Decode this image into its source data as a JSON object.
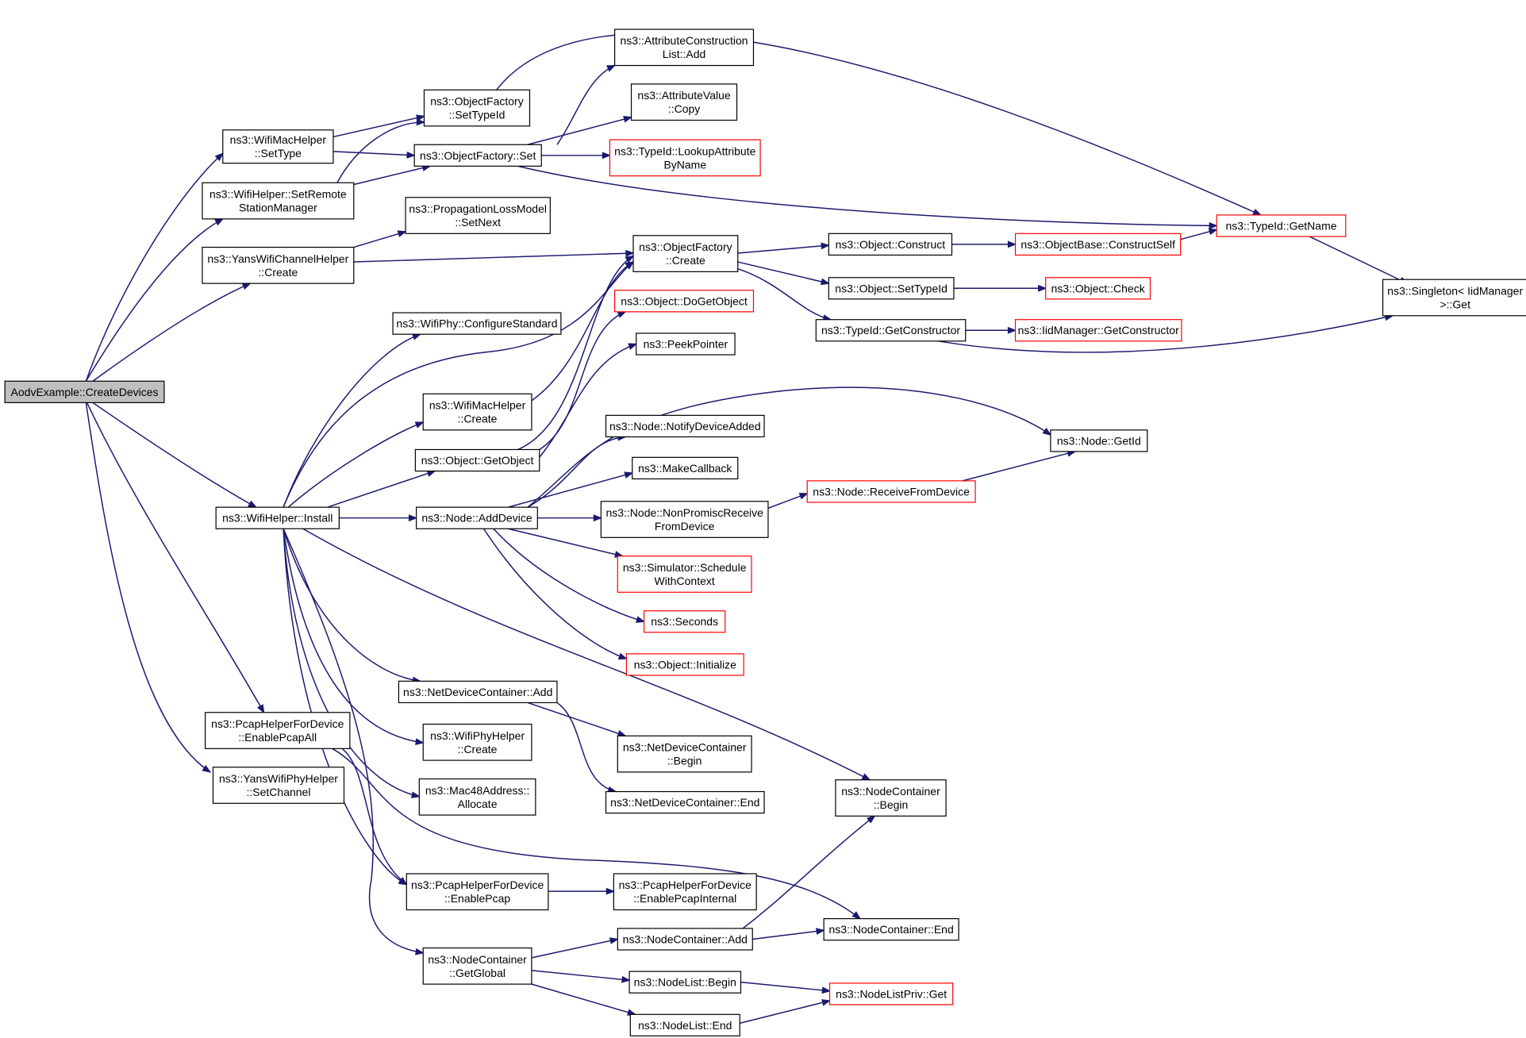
{
  "colors": {
    "edge": "#191970",
    "node_border": "#000000",
    "node_border_truncated": "#ff0000",
    "root_fill": "#bfbfbf",
    "background": "#ffffff"
  },
  "nodes": [
    {
      "id": "root",
      "lines": [
        "AodvExample::CreateDevices"
      ],
      "style": "root"
    },
    {
      "id": "wmh_settype",
      "lines": [
        "ns3::WifiMacHelper",
        "::SetType"
      ],
      "style": "normal"
    },
    {
      "id": "wh_setremote",
      "lines": [
        "ns3::WifiHelper::SetRemote",
        "StationManager"
      ],
      "style": "normal"
    },
    {
      "id": "ywch_create",
      "lines": [
        "ns3::YansWifiChannelHelper",
        "::Create"
      ],
      "style": "normal"
    },
    {
      "id": "wh_install",
      "lines": [
        "ns3::WifiHelper::Install"
      ],
      "style": "normal"
    },
    {
      "id": "phfd_enableall",
      "lines": [
        "ns3::PcapHelperForDevice",
        "::EnablePcapAll"
      ],
      "style": "normal"
    },
    {
      "id": "ywph_setchannel",
      "lines": [
        "ns3::YansWifiPhyHelper",
        "::SetChannel"
      ],
      "style": "normal"
    },
    {
      "id": "of_settypeid",
      "lines": [
        "ns3::ObjectFactory",
        "::SetTypeId"
      ],
      "style": "normal"
    },
    {
      "id": "of_set",
      "lines": [
        "ns3::ObjectFactory::Set"
      ],
      "style": "normal"
    },
    {
      "id": "plm_setnext",
      "lines": [
        "ns3::PropagationLossModel",
        "::SetNext"
      ],
      "style": "normal"
    },
    {
      "id": "wp_configure",
      "lines": [
        "ns3::WifiPhy::ConfigureStandard"
      ],
      "style": "normal"
    },
    {
      "id": "wmh_create",
      "lines": [
        "ns3::WifiMacHelper",
        "::Create"
      ],
      "style": "normal"
    },
    {
      "id": "obj_getobject",
      "lines": [
        "ns3::Object::GetObject"
      ],
      "style": "normal"
    },
    {
      "id": "node_adddevice",
      "lines": [
        "ns3::Node::AddDevice"
      ],
      "style": "normal"
    },
    {
      "id": "ndc_add",
      "lines": [
        "ns3::NetDeviceContainer::Add"
      ],
      "style": "normal"
    },
    {
      "id": "wph_create",
      "lines": [
        "ns3::WifiPhyHelper",
        "::Create"
      ],
      "style": "normal"
    },
    {
      "id": "mac48_allocate",
      "lines": [
        "ns3::Mac48Address::",
        "Allocate"
      ],
      "style": "normal"
    },
    {
      "id": "phfd_enable",
      "lines": [
        "ns3::PcapHelperForDevice",
        "::EnablePcap"
      ],
      "style": "normal"
    },
    {
      "id": "nc_getglobal",
      "lines": [
        "ns3::NodeContainer",
        "::GetGlobal"
      ],
      "style": "normal"
    },
    {
      "id": "acl_add",
      "lines": [
        "ns3::AttributeConstruction",
        "List::Add"
      ],
      "style": "normal"
    },
    {
      "id": "av_copy",
      "lines": [
        "ns3::AttributeValue",
        "::Copy"
      ],
      "style": "normal"
    },
    {
      "id": "tid_lookup",
      "lines": [
        "ns3::TypeId::LookupAttribute",
        "ByName"
      ],
      "style": "red"
    },
    {
      "id": "of_create",
      "lines": [
        "ns3::ObjectFactory",
        "::Create"
      ],
      "style": "normal"
    },
    {
      "id": "obj_dogetobject",
      "lines": [
        "ns3::Object::DoGetObject"
      ],
      "style": "red"
    },
    {
      "id": "peekpointer",
      "lines": [
        "ns3::PeekPointer"
      ],
      "style": "normal"
    },
    {
      "id": "node_notify",
      "lines": [
        "ns3::Node::NotifyDeviceAdded"
      ],
      "style": "normal"
    },
    {
      "id": "makecallback",
      "lines": [
        "ns3::MakeCallback"
      ],
      "style": "normal"
    },
    {
      "id": "node_nonpromisc",
      "lines": [
        "ns3::Node::NonPromiscReceive",
        "FromDevice"
      ],
      "style": "normal"
    },
    {
      "id": "sim_schedule",
      "lines": [
        "ns3::Simulator::Schedule",
        "WithContext"
      ],
      "style": "red"
    },
    {
      "id": "seconds",
      "lines": [
        "ns3::Seconds"
      ],
      "style": "red"
    },
    {
      "id": "obj_initialize",
      "lines": [
        "ns3::Object::Initialize"
      ],
      "style": "red"
    },
    {
      "id": "ndc_begin",
      "lines": [
        "ns3::NetDeviceContainer",
        "::Begin"
      ],
      "style": "normal"
    },
    {
      "id": "ndc_end",
      "lines": [
        "ns3::NetDeviceContainer::End"
      ],
      "style": "normal"
    },
    {
      "id": "phfd_internal",
      "lines": [
        "ns3::PcapHelperForDevice",
        "::EnablePcapInternal"
      ],
      "style": "normal"
    },
    {
      "id": "nc_add",
      "lines": [
        "ns3::NodeContainer::Add"
      ],
      "style": "normal"
    },
    {
      "id": "nl_begin",
      "lines": [
        "ns3::NodeList::Begin"
      ],
      "style": "normal"
    },
    {
      "id": "nl_end",
      "lines": [
        "ns3::NodeList::End"
      ],
      "style": "normal"
    },
    {
      "id": "obj_construct",
      "lines": [
        "ns3::Object::Construct"
      ],
      "style": "normal"
    },
    {
      "id": "obj_settypeid",
      "lines": [
        "ns3::Object::SetTypeId"
      ],
      "style": "normal"
    },
    {
      "id": "tid_getconstructor",
      "lines": [
        "ns3::TypeId::GetConstructor"
      ],
      "style": "normal"
    },
    {
      "id": "ob_constructself",
      "lines": [
        "ns3::ObjectBase::ConstructSelf"
      ],
      "style": "red"
    },
    {
      "id": "obj_check",
      "lines": [
        "ns3::Object::Check"
      ],
      "style": "red"
    },
    {
      "id": "iid_getconstructor",
      "lines": [
        "ns3::IidManager::GetConstructor"
      ],
      "style": "red"
    },
    {
      "id": "node_getid",
      "lines": [
        "ns3::Node::GetId"
      ],
      "style": "normal"
    },
    {
      "id": "node_receive",
      "lines": [
        "ns3::Node::ReceiveFromDevice"
      ],
      "style": "red"
    },
    {
      "id": "nc_begin",
      "lines": [
        "ns3::NodeContainer",
        "::Begin"
      ],
      "style": "normal"
    },
    {
      "id": "nc_end",
      "lines": [
        "ns3::NodeContainer::End"
      ],
      "style": "normal"
    },
    {
      "id": "nlp_get",
      "lines": [
        "ns3::NodeListPriv::Get"
      ],
      "style": "red"
    },
    {
      "id": "tid_getname",
      "lines": [
        "ns3::TypeId::GetName"
      ],
      "style": "red"
    },
    {
      "id": "singleton_get",
      "lines": [
        "ns3::Singleton< IidManager",
        ">::Get"
      ],
      "style": "normal"
    }
  ]
}
